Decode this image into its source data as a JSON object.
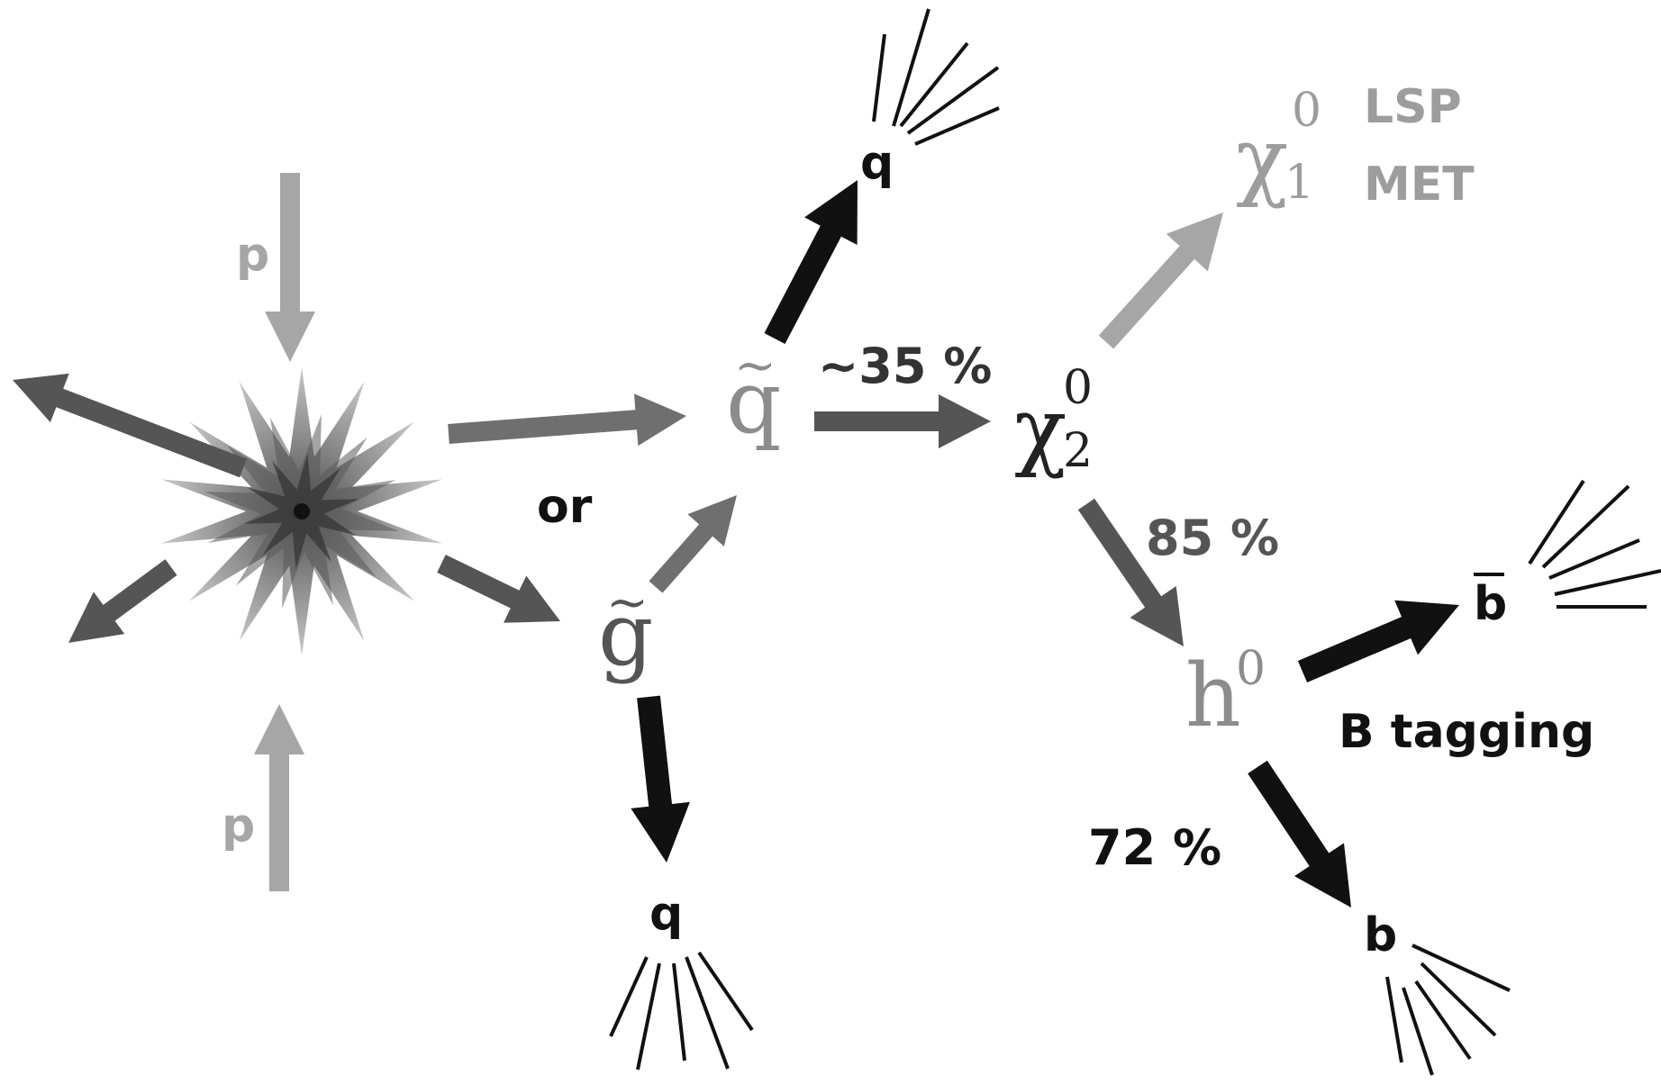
{
  "colors": {
    "black": "#111111",
    "dark": "#555555",
    "mid": "#6f6f6f",
    "light": "#a6a6a6",
    "lsp": "#9d9d9d",
    "text_dark": "#111111",
    "text_mid": "#333333",
    "text_soft": "#555555"
  },
  "particles": {
    "proton_top": "p",
    "proton_bottom": "p",
    "squark": "q",
    "gluino": "g",
    "neutralino2": {
      "symbol": "χ",
      "sub": "2",
      "sup": "0"
    },
    "neutralino1": {
      "symbol": "χ",
      "sub": "1",
      "sup": "0"
    },
    "higgs": {
      "symbol": "h",
      "sup": "0"
    },
    "quark_top": "q",
    "quark_bottom": "q",
    "bbar": "b",
    "b": "b"
  },
  "labels": {
    "or": "or",
    "br_squark": "~35 %",
    "br_higgs": "85 %",
    "br_bb": "72 %",
    "lsp": "LSP",
    "met": "MET",
    "b_tagging": "B tagging"
  }
}
